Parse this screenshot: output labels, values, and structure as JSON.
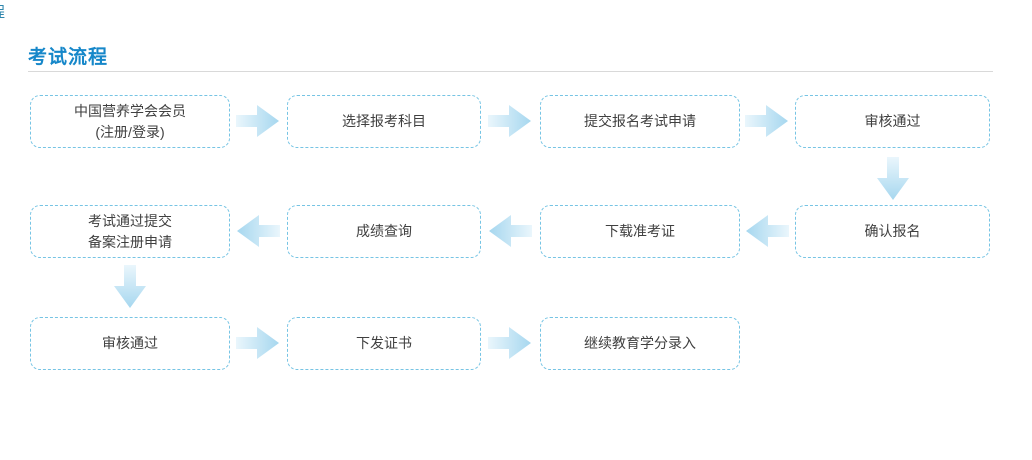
{
  "corner_fragment": {
    "text": "程"
  },
  "header": {
    "title": "考试流程"
  },
  "colors": {
    "title_blue": "#1687c9",
    "node_border_blue": "#76c4e4",
    "node_text": "#404040",
    "arrow_gradient_light": "#e9f5fc",
    "arrow_gradient_dark": "#a6d7ef",
    "divider_gray": "#d9d9d9"
  },
  "icons": {
    "right_arrow": "flow-arrow-right-icon",
    "left_arrow": "flow-arrow-left-icon",
    "down_arrow": "flow-arrow-down-icon"
  },
  "flow": {
    "steps": [
      {
        "label": "中国营养学会会员\n(注册/登录)"
      },
      {
        "label": "选择报考科目"
      },
      {
        "label": "提交报名考试申请"
      },
      {
        "label": "审核通过"
      },
      {
        "label": "确认报名"
      },
      {
        "label": "下载准考证"
      },
      {
        "label": "成绩查询"
      },
      {
        "label": "考试通过提交\n备案注册申请"
      },
      {
        "label": "审核通过"
      },
      {
        "label": "下发证书"
      },
      {
        "label": "继续教育学分录入"
      }
    ]
  }
}
